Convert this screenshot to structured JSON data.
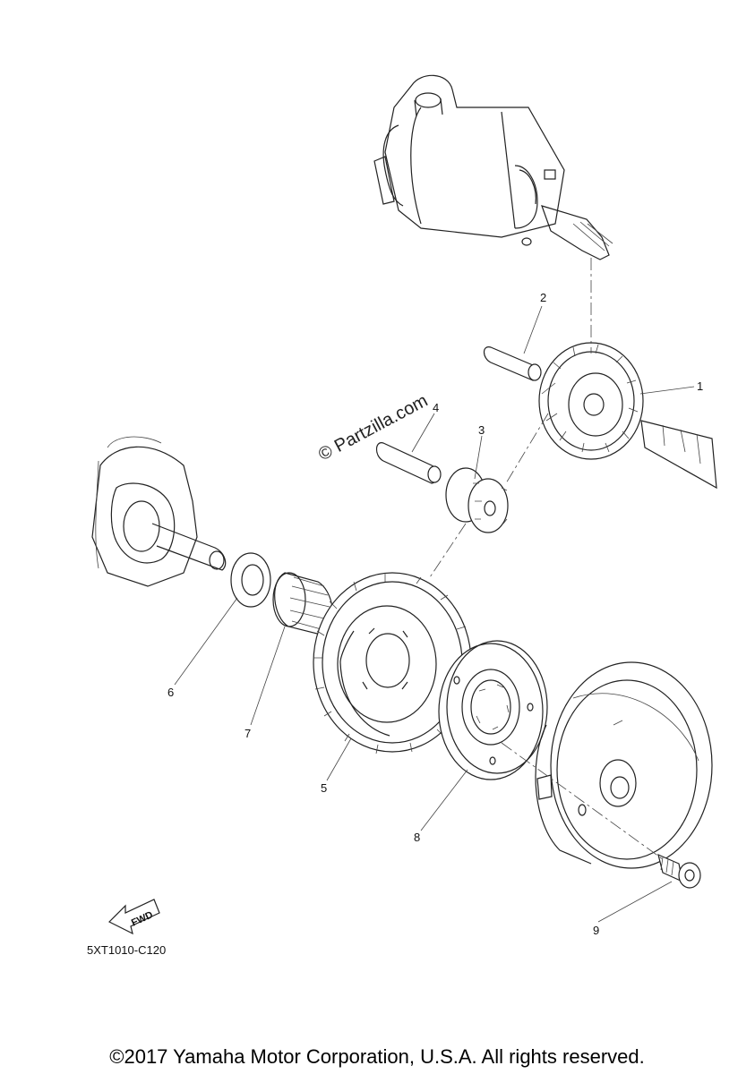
{
  "diagram": {
    "callouts": [
      {
        "id": "1",
        "label": "1"
      },
      {
        "id": "2",
        "label": "2"
      },
      {
        "id": "3",
        "label": "3"
      },
      {
        "id": "4",
        "label": "4"
      },
      {
        "id": "5",
        "label": "5"
      },
      {
        "id": "6",
        "label": "6"
      },
      {
        "id": "7",
        "label": "7"
      },
      {
        "id": "8",
        "label": "8"
      },
      {
        "id": "9",
        "label": "9"
      }
    ],
    "watermark": "© Partzilla.com",
    "fwd_label": "FWD",
    "part_number": "5XT1010-C120",
    "copyright": "©2017 Yamaha Motor Corporation, U.S.A. All rights reserved."
  }
}
